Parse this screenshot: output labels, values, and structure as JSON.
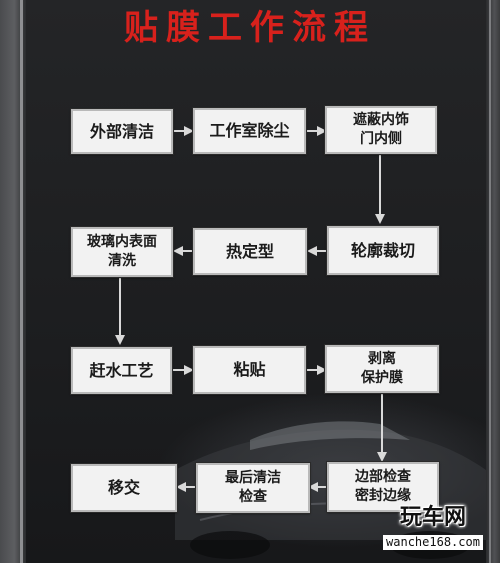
{
  "title": "贴膜工作流程",
  "steps": {
    "row1": [
      "外部清洁",
      "工作室除尘",
      "遮蔽内饰\n门内侧"
    ],
    "row2": [
      "玻璃内表面\n清洗",
      "热定型",
      "轮廓裁切"
    ],
    "row3": [
      "赶水工艺",
      "粘贴",
      "剥离\n保护膜"
    ],
    "row4": [
      "移交",
      "最后清洁\n检查",
      "边部检查\n密封边缘"
    ]
  },
  "watermark": {
    "brand": "玩车网",
    "url": "wanche168.com"
  },
  "colors": {
    "title": "#d8211c",
    "box_fill": "#f2f2f2",
    "box_border": "#b9b9b9",
    "arrow": "#d9d9d9",
    "background": "#1d1e20"
  }
}
